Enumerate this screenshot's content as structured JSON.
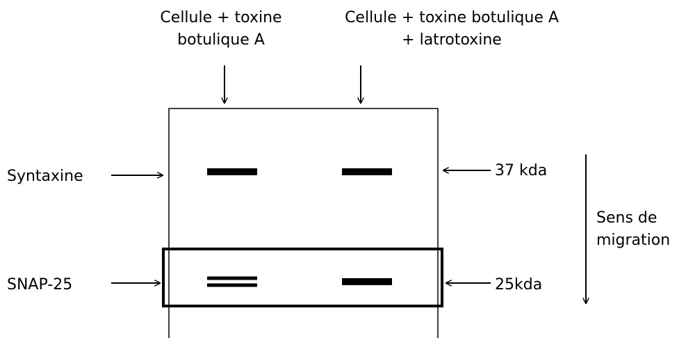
{
  "lanes": [
    {
      "line1": "Cellule + toxine",
      "line2": "botulique A"
    },
    {
      "line1": "Cellule + toxine botulique A",
      "line2": "+ latrotoxine"
    }
  ],
  "proteins": [
    {
      "name": "Syntaxine",
      "mass": "37 kda",
      "framed": false
    },
    {
      "name": "SNAP-25",
      "mass": "25kda",
      "framed": true
    }
  ],
  "bands": [
    {
      "lane": 0,
      "protein": 0,
      "count": 1
    },
    {
      "lane": 1,
      "protein": 0,
      "count": 1
    },
    {
      "lane": 0,
      "protein": 1,
      "count": 2
    },
    {
      "lane": 1,
      "protein": 1,
      "count": 1
    }
  ],
  "migration": {
    "line1": "Sens de",
    "line2": "migration"
  },
  "colors": {
    "ink": "#000000",
    "background": "#ffffff"
  }
}
